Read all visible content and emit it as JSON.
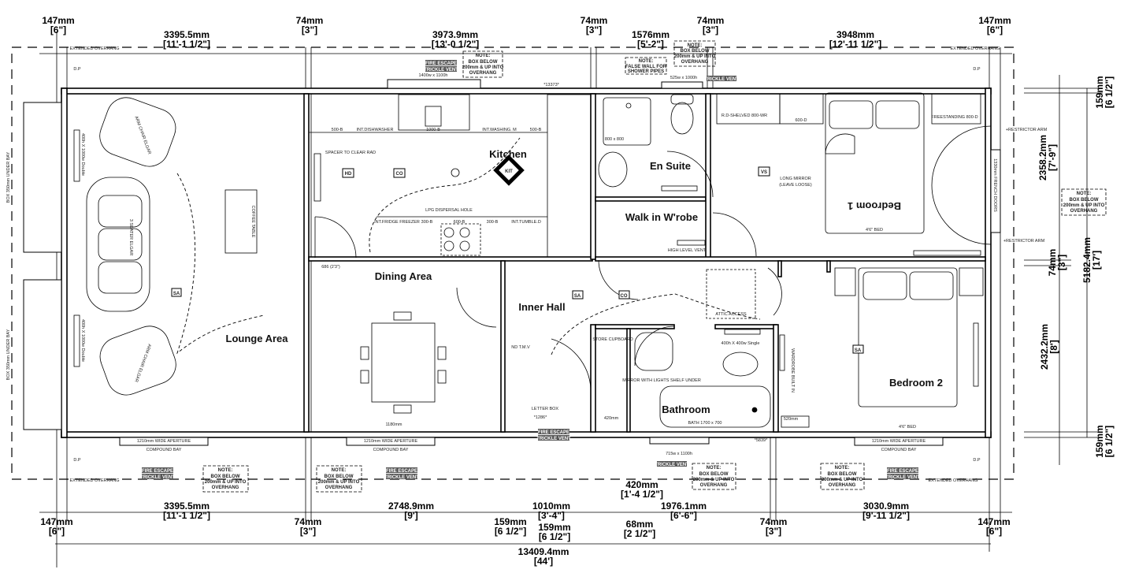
{
  "rooms": {
    "lounge": "Lounge Area",
    "dining": "Dining Area",
    "kitchen": "Kitchen",
    "ensuite": "En Suite",
    "walkin": "Walk in W'robe",
    "bedroom1": "Bedroom 1",
    "inner_hall": "Inner Hall",
    "bathroom": "Bathroom",
    "bedroom2": "Bedroom 2"
  },
  "top_dims": [
    {
      "mm": "147mm",
      "in": "[6\"]"
    },
    {
      "mm": "3395.5mm",
      "in": "[11'-1 1/2\"]"
    },
    {
      "mm": "74mm",
      "in": "[3\"]"
    },
    {
      "mm": "3973.9mm",
      "in": "[13'-0 1/2\"]"
    },
    {
      "mm": "74mm",
      "in": "[3\"]"
    },
    {
      "mm": "1576mm",
      "in": "[5'-2\"]"
    },
    {
      "mm": "74mm",
      "in": "[3\"]"
    },
    {
      "mm": "3948mm",
      "in": "[12'-11 1/2\"]"
    },
    {
      "mm": "147mm",
      "in": "[6\"]"
    }
  ],
  "bottom_dims": [
    {
      "mm": "3395.5mm",
      "in": "[11'-1 1/2\"]"
    },
    {
      "mm": "2748.9mm",
      "in": "[9']"
    },
    {
      "mm": "1010mm",
      "in": "[3'-4\"]"
    },
    {
      "mm": "420mm",
      "in": "[1'-4 1/2\"]"
    },
    {
      "mm": "1976.1mm",
      "in": "[6'-6\"]"
    },
    {
      "mm": "3030.9mm",
      "in": "[9'-11 1/2\"]"
    },
    {
      "mm": "147mm",
      "in": "[6\"]"
    },
    {
      "mm": "74mm",
      "in": "[3\"]"
    },
    {
      "mm": "159mm",
      "in": "[6 1/2\"]"
    },
    {
      "mm": "159mm",
      "in": "[6 1/2\"]"
    },
    {
      "mm": "68mm",
      "in": "[2 1/2\"]"
    },
    {
      "mm": "74mm",
      "in": "[3\"]"
    },
    {
      "mm": "147mm",
      "in": "[6\"]"
    }
  ],
  "total_length": {
    "mm": "13409.4mm",
    "in": "[44']"
  },
  "right_dims": [
    {
      "mm": "159mm",
      "in": "[6 1/2\"]"
    },
    {
      "mm": "2358.2mm",
      "in": "[7'-9\"]"
    },
    {
      "mm": "74mm",
      "in": "[3\"]"
    },
    {
      "mm": "5182.4mm",
      "in": "[17']"
    },
    {
      "mm": "2432.2mm",
      "in": "[8']"
    },
    {
      "mm": "159mm",
      "in": "[6 1/2\"]"
    }
  ],
  "notes": {
    "title": "NOTE:",
    "box_below": [
      "BOX BELOW",
      "200mm & UP INTO",
      "OVERHANG"
    ],
    "false_wall": [
      "FALSE WALL FOR",
      "SHOWER PIPES"
    ]
  },
  "labels": {
    "extended_overhang": "EXTENDED OVERHANG",
    "fire_escape": "FIRE ESCAPE",
    "trickle_vent": "TRICKLE VENT",
    "restrictor_arm": "+RESTRICTOR ARM",
    "french_doors": "1330mm FRENCH DOORS",
    "window_top": "1400w x 1100h",
    "window_top2": "525w x 1000h",
    "window_bottom": "715w x 1100h",
    "dim_13373": "*13373*",
    "dim_5839": "*5839*",
    "bay": "COMPOUND BAY",
    "bay_aperture": "1210mm WIDE APERTURE",
    "box_under_bay": "BOX 350mm UNDER BAY",
    "dp": "D.P",
    "sink_units": [
      "500-B",
      "INT.DISHWASHER",
      "1000-B",
      "INT.WASHING. M",
      "500-B"
    ],
    "lower_units": [
      "INT.FRIDGE FREEZER",
      "300-B",
      "600-B",
      "300-B",
      "INT.TUMBLE.D"
    ],
    "spacer": "SPACER TO CLEAR RAD",
    "lpg": "LPG DISPERSAL HOLE",
    "kit": "KIT",
    "hd": "HD",
    "co": "CO",
    "sa": "SA",
    "vs": "VS",
    "coffee_table": "COFFEE TABLE",
    "arm_chair": "ARM CHAIR ELGAR",
    "sofa": "3 SEATER ELGAR",
    "shelved": "R.D-SHELVED 800-WR",
    "d600": "600-D",
    "freestanding": "FREESTANDING 800-D",
    "long_mirror": "LONG MIRROR",
    "leave_loose": "(LEAVE LOOSE)",
    "bed1": "4'6\" BED",
    "bed2": "4'6\" BED",
    "shower": "800 x 800",
    "mirror_lights": "MIRROR WITH LIGHTS SHELF UNDER",
    "high_level_vent": "HIGH LEVEL VENT",
    "attic": "ATTIC ACCESS",
    "store": "STORE CUPBOARD",
    "bath": "BATH 1700 x 700",
    "letter_box": "LETTER BOX",
    "ndtmv": "ND T.M.V",
    "wardrobe": "WARDROBE BUILT IN",
    "rad_double": "400h X 1000w Double",
    "rad_single": "400h X 400w Single",
    "door_686": "686 (2'3\")",
    "dining_dim": "1180mm",
    "dim_1286": "*1286*",
    "dim_420": "420mm",
    "dim_520": "520mm"
  }
}
